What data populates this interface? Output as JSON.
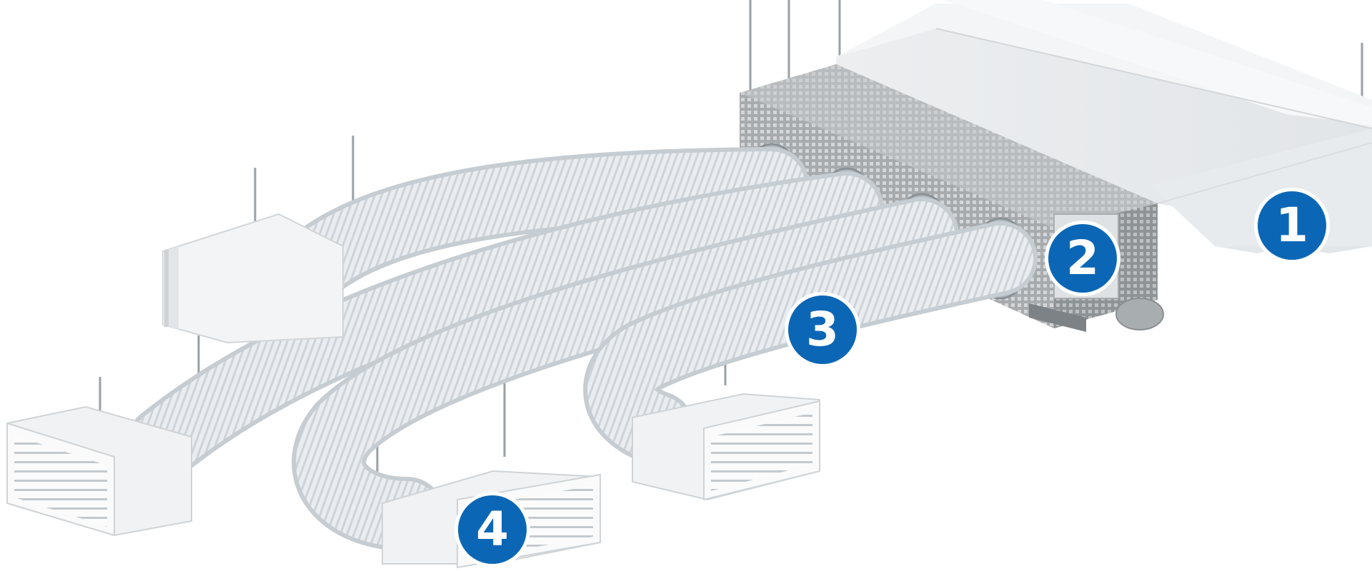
{
  "colors": {
    "badge": "#0b67b5",
    "duct": "#e6ebee",
    "duct_rib": "#c8cfd4",
    "plenum": "#9ea3a7",
    "unit": "#eef0f2"
  },
  "callouts": [
    {
      "label": "1",
      "part": "air-handling-unit"
    },
    {
      "label": "2",
      "part": "distribution-plenum"
    },
    {
      "label": "3",
      "part": "flexible-duct"
    },
    {
      "label": "4",
      "part": "supply-grille"
    }
  ]
}
